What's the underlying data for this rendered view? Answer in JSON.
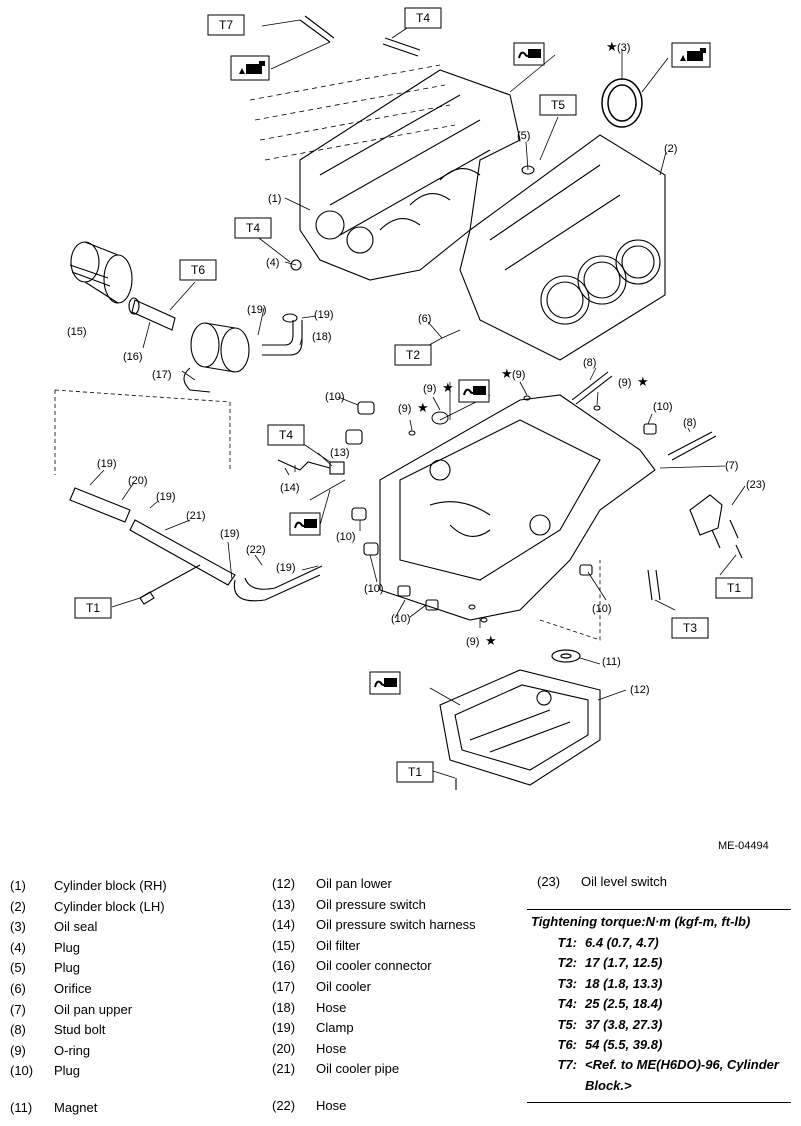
{
  "figure_ref": "ME-04494",
  "callouts": [
    "(1)",
    "(2)",
    "(3)",
    "(4)",
    "(5)",
    "(6)",
    "(7)",
    "(8)",
    "(9)",
    "(10)",
    "(11)",
    "(12)",
    "(13)",
    "(14)",
    "(15)",
    "(16)",
    "(17)",
    "(18)",
    "(19)",
    "(20)",
    "(21)",
    "(22)",
    "(23)"
  ],
  "torque_tags": [
    "T1",
    "T2",
    "T3",
    "T4",
    "T5",
    "T6",
    "T7"
  ],
  "legend_col1": [
    {
      "num": "(1)",
      "name": "Cylinder block (RH)"
    },
    {
      "num": "(2)",
      "name": "Cylinder block (LH)"
    },
    {
      "num": "(3)",
      "name": "Oil seal"
    },
    {
      "num": "(4)",
      "name": "Plug"
    },
    {
      "num": "(5)",
      "name": "Plug"
    },
    {
      "num": "(6)",
      "name": "Orifice"
    },
    {
      "num": "(7)",
      "name": "Oil pan upper"
    },
    {
      "num": "(8)",
      "name": "Stud bolt"
    },
    {
      "num": "(9)",
      "name": "O-ring"
    },
    {
      "num": "(10)",
      "name": "Plug"
    }
  ],
  "legend_col2": [
    {
      "num": "(12)",
      "name": "Oil pan lower"
    },
    {
      "num": "(13)",
      "name": "Oil pressure switch"
    },
    {
      "num": "(14)",
      "name": "Oil pressure switch harness"
    },
    {
      "num": "(15)",
      "name": "Oil filter"
    },
    {
      "num": "(16)",
      "name": "Oil cooler connector"
    },
    {
      "num": "(17)",
      "name": "Oil cooler"
    },
    {
      "num": "(18)",
      "name": "Hose"
    },
    {
      "num": "(19)",
      "name": "Clamp"
    },
    {
      "num": "(20)",
      "name": "Hose"
    },
    {
      "num": "(21)",
      "name": "Oil cooler pipe"
    }
  ],
  "legend_col3": [
    {
      "num": "(23)",
      "name": "Oil level switch"
    }
  ],
  "legend_extra": [
    {
      "num": "(11)",
      "name": "Magnet"
    },
    {
      "num": "(22)",
      "name": "Hose"
    }
  ],
  "torque": {
    "title": "Tightening torque:N·m (kgf-m, ft-lb)",
    "rows": [
      {
        "key": "T1:",
        "value": "6.4 (0.7, 4.7)"
      },
      {
        "key": "T2:",
        "value": "17 (1.7, 12.5)"
      },
      {
        "key": "T3:",
        "value": "18 (1.8, 13.3)"
      },
      {
        "key": "T4:",
        "value": "25 (2.5, 18.4)"
      },
      {
        "key": "T5:",
        "value": "37 (3.8, 27.3)"
      },
      {
        "key": "T6:",
        "value": "54 (5.5, 39.8)"
      },
      {
        "key": "T7:",
        "value": "<Ref. to ME(H6DO)-96, Cylinder Block.>"
      }
    ]
  }
}
